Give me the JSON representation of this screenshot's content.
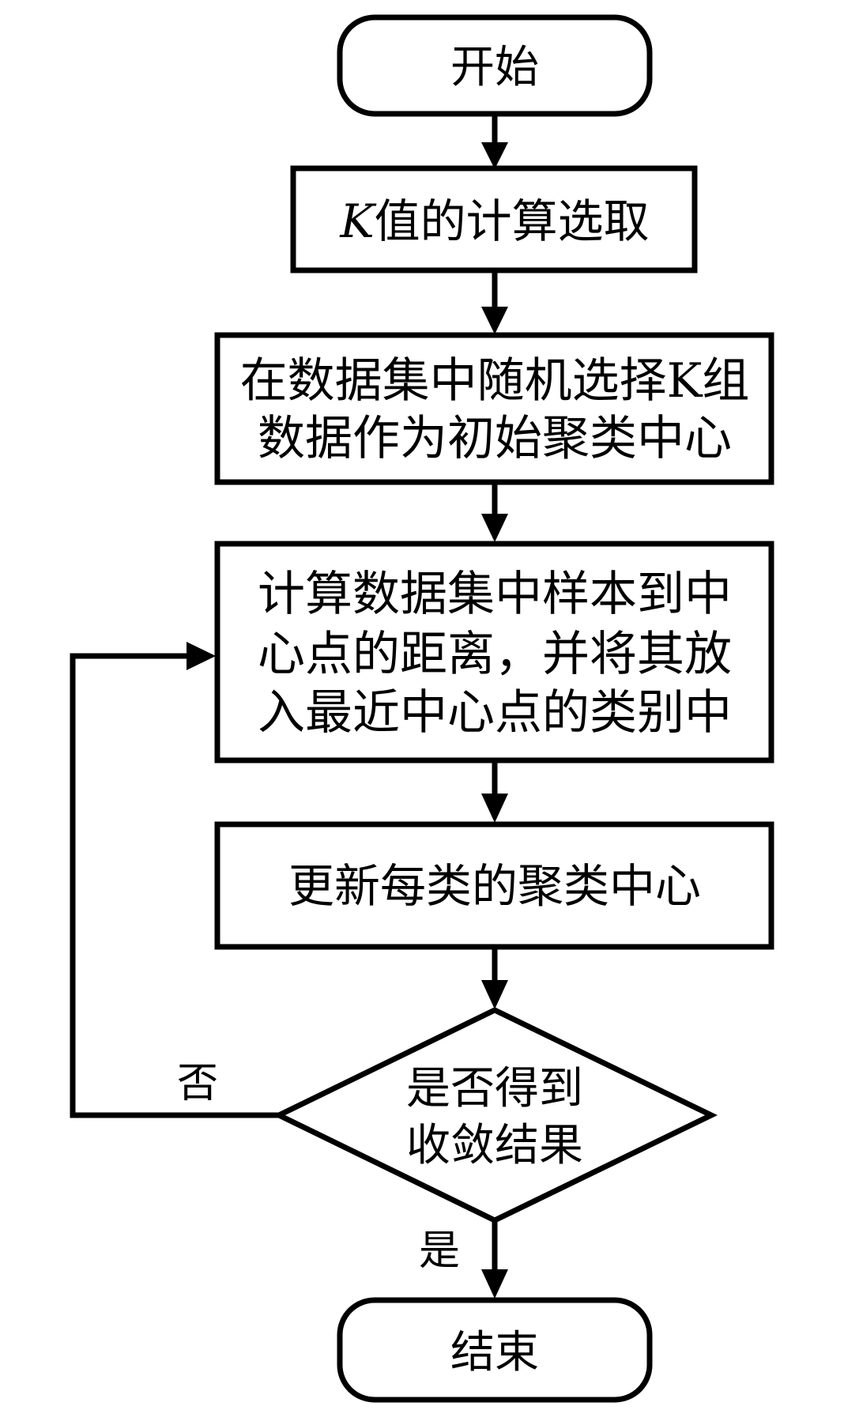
{
  "diagram": {
    "type": "flowchart",
    "nodes": [
      {
        "id": "start",
        "shape": "terminal",
        "lines": [
          "开始"
        ]
      },
      {
        "id": "k-select",
        "shape": "process",
        "lines": [
          "K值的计算选取"
        ],
        "italic_prefix": "K",
        "rest": "值的计算选取"
      },
      {
        "id": "init-centers",
        "shape": "process",
        "lines": [
          "在数据集中随机选择K组",
          "数据作为初始聚类中心"
        ]
      },
      {
        "id": "assign",
        "shape": "process",
        "lines": [
          "计算数据集中样本到中",
          "心点的距离，并将其放",
          "入最近中心点的类别中"
        ]
      },
      {
        "id": "update",
        "shape": "process",
        "lines": [
          "更新每类的聚类中心"
        ]
      },
      {
        "id": "converged",
        "shape": "decision",
        "lines": [
          "是否得到",
          "收敛结果"
        ]
      },
      {
        "id": "end",
        "shape": "terminal",
        "lines": [
          "结束"
        ]
      }
    ],
    "edges": [
      {
        "from": "start",
        "to": "k-select",
        "label": ""
      },
      {
        "from": "k-select",
        "to": "init-centers",
        "label": ""
      },
      {
        "from": "init-centers",
        "to": "assign",
        "label": ""
      },
      {
        "from": "assign",
        "to": "update",
        "label": ""
      },
      {
        "from": "update",
        "to": "converged",
        "label": ""
      },
      {
        "from": "converged",
        "to": "assign",
        "label": "否"
      },
      {
        "from": "converged",
        "to": "end",
        "label": "是"
      }
    ],
    "labels": {
      "no": "否",
      "yes": "是"
    }
  }
}
